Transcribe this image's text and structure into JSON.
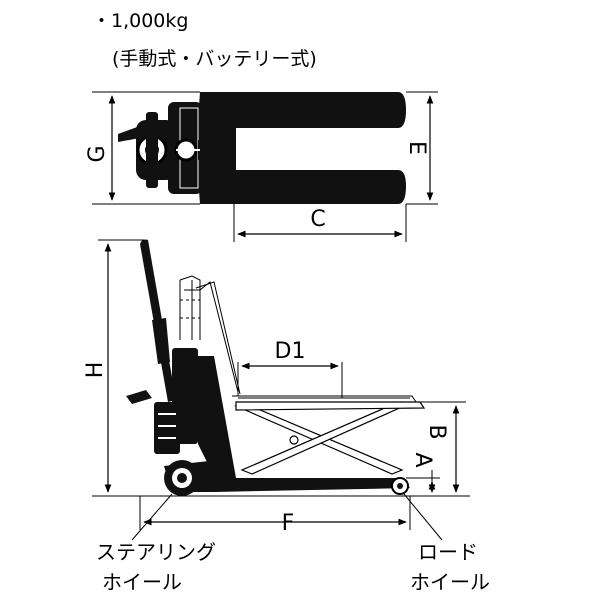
{
  "header": {
    "capacity": "・1,000kg",
    "models": "(手動式・バッテリー式)"
  },
  "dimensions": {
    "a": "A",
    "b": "B",
    "c": "C",
    "d1": "D1",
    "e": "E",
    "f": "F",
    "g": "G",
    "h": "H"
  },
  "captions": {
    "steering_wheel_line1": "ステアリング",
    "steering_wheel_line2": "ホイール",
    "load_wheel_line1": "ロード",
    "load_wheel_line2": "ホイール"
  }
}
